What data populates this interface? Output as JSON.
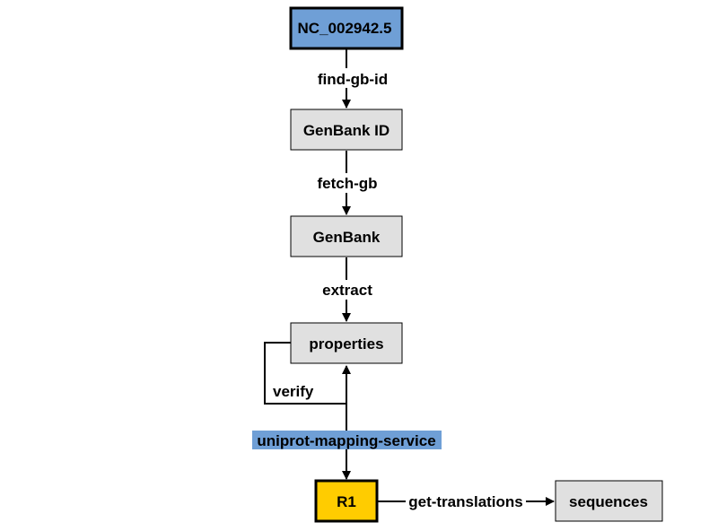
{
  "colors": {
    "default_node_fill": "#e0e0e0",
    "start_node_fill": "#6f9fd6",
    "result_node_fill": "#ffcc00",
    "highlight_edge_label": "#6f9fd6",
    "stroke": "#000000"
  },
  "nodes": {
    "accession": {
      "label": "NC_002942.5"
    },
    "genbank_id": {
      "label": "GenBank ID"
    },
    "genbank": {
      "label": "GenBank"
    },
    "properties": {
      "label": "properties"
    },
    "r1": {
      "label": "R1"
    },
    "sequences": {
      "label": "sequences"
    }
  },
  "edges": {
    "find_gb_id": {
      "label": "find-gb-id"
    },
    "fetch_gb": {
      "label": "fetch-gb"
    },
    "extract": {
      "label": "extract"
    },
    "verify": {
      "label": "verify"
    },
    "uniprot_mapping_service": {
      "label": "uniprot-mapping-service"
    },
    "get_translations": {
      "label": "get-translations"
    }
  }
}
